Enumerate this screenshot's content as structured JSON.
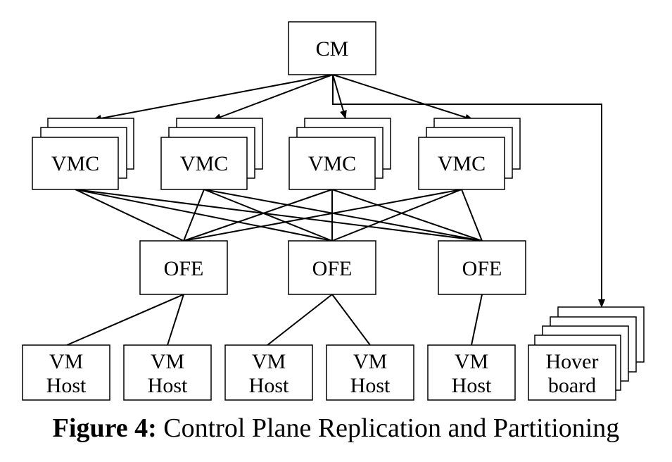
{
  "nodes": {
    "cm": "CM",
    "vmc": [
      "VMC",
      "VMC",
      "VMC",
      "VMC"
    ],
    "ofe": [
      "OFE",
      "OFE",
      "OFE"
    ],
    "vm_hosts": [
      [
        "VM",
        "Host"
      ],
      [
        "VM",
        "Host"
      ],
      [
        "VM",
        "Host"
      ],
      [
        "VM",
        "Host"
      ],
      [
        "VM",
        "Host"
      ]
    ],
    "hoverboard": [
      "Hover",
      "board"
    ]
  },
  "caption": {
    "figure_label": "Figure 4:",
    "text": "Control Plane Replication and Partitioning"
  },
  "colors": {
    "stroke": "#000000",
    "fill": "#ffffff"
  }
}
